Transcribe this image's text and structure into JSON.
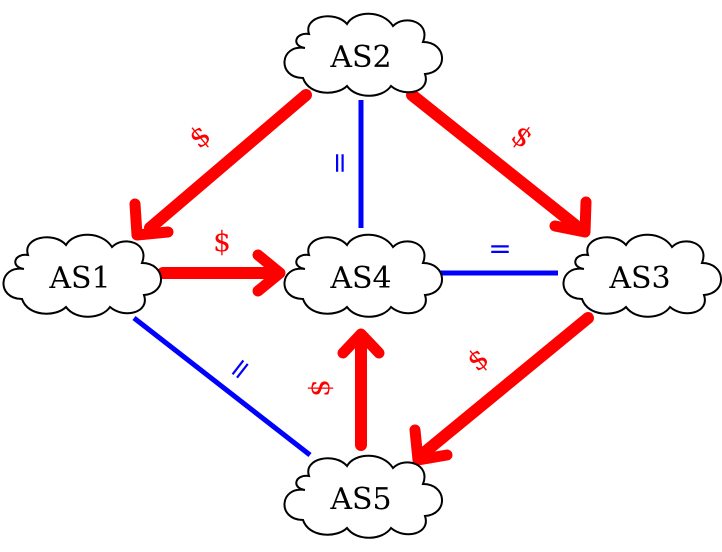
{
  "colors": {
    "transit": "#ff0000",
    "peering": "#0000ff",
    "cloud_stroke": "#000000",
    "background": "#ffffff"
  },
  "nodes": [
    {
      "id": "as2",
      "label": "AS2"
    },
    {
      "id": "as1",
      "label": "AS1"
    },
    {
      "id": "as4",
      "label": "AS4"
    },
    {
      "id": "as3",
      "label": "AS3"
    },
    {
      "id": "as5",
      "label": "AS5"
    }
  ],
  "edges": [
    {
      "id": "as2-as1",
      "from": "AS2",
      "to": "AS1",
      "relation": "transit",
      "label": "$"
    },
    {
      "id": "as2-as3",
      "from": "AS2",
      "to": "AS3",
      "relation": "transit",
      "label": "$"
    },
    {
      "id": "as1-as4",
      "from": "AS1",
      "to": "AS4",
      "relation": "transit",
      "label": "$"
    },
    {
      "id": "as3-as5",
      "from": "AS3",
      "to": "AS5",
      "relation": "transit",
      "label": "$"
    },
    {
      "id": "as5-as4",
      "from": "AS5",
      "to": "AS4",
      "relation": "transit",
      "label": "$"
    },
    {
      "id": "as2-as4",
      "from": "AS2",
      "to": "AS4",
      "relation": "peering",
      "label": "="
    },
    {
      "id": "as4-as3",
      "from": "AS4",
      "to": "AS3",
      "relation": "peering",
      "label": "="
    },
    {
      "id": "as1-as5",
      "from": "AS1",
      "to": "AS5",
      "relation": "peering",
      "label": "="
    }
  ]
}
